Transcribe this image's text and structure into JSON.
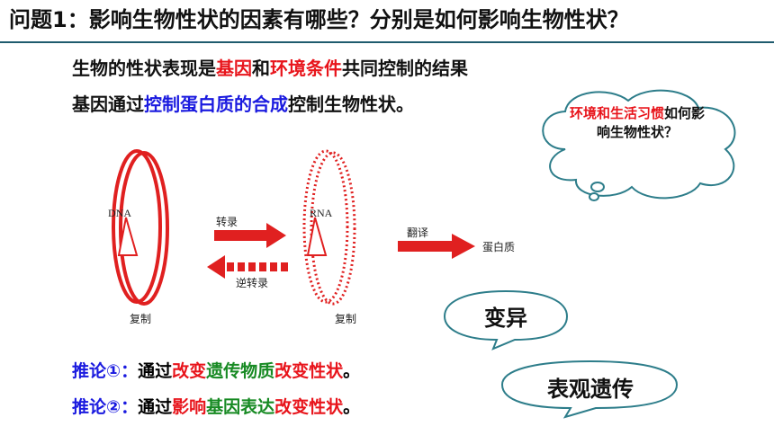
{
  "title": "问题1：影响生物性状的因素有哪些？分别是如何影响生物性状？",
  "line1": {
    "p1": "生物的性状表现是",
    "gene": "基因",
    "p2": "和",
    "env": "环境条件",
    "p3": "共同控制的结果"
  },
  "line2": {
    "p1": "基因通过",
    "ctrl": "控制蛋白质的合成",
    "p2": "控制生物性状。"
  },
  "thought": {
    "red": "环境和生活习惯",
    "black": "如何影响生物性状？"
  },
  "diagram": {
    "dna": "DNA",
    "rna": "RNA",
    "transcription": "转录",
    "reverse": "逆转录",
    "translation": "翻译",
    "protein": "蛋白质",
    "replicate1": "复制",
    "replicate2": "复制"
  },
  "bubble1": "变异",
  "bubble2": "表观遗传",
  "inference1": {
    "label": "推论①：",
    "p1": "通过",
    "r1": "改变",
    "g1": "遗传物质",
    "r2": "改变性状",
    "end": "。"
  },
  "inference2": {
    "label": "推论②：",
    "p1": "通过",
    "r1": "影响",
    "g1": "基因表达",
    "r2": "改变性状",
    "end": "。"
  },
  "colors": {
    "red": "#e8141b",
    "blue": "#1a1adf",
    "green": "#178a23",
    "arrow": "#e02020",
    "bubble_border": "#2d7d8a"
  }
}
